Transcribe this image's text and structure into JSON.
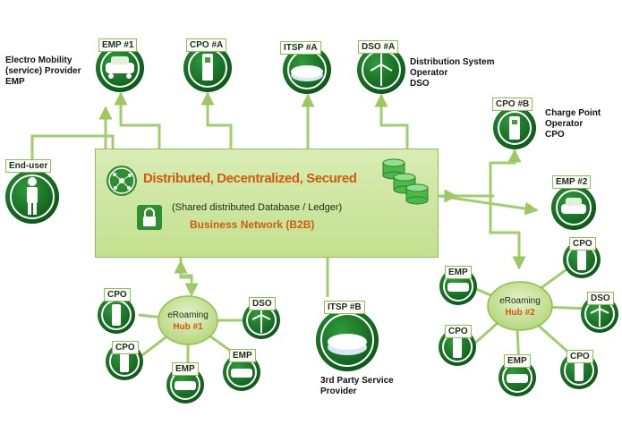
{
  "central": {
    "title": "Distributed, Decentralized, Secured",
    "subtitle": "(Shared distributed Database / Ledger)",
    "network": "Business Network (B2B)",
    "icons": [
      "network-nodes-icon",
      "padlock-icon",
      "database-stack-icon"
    ]
  },
  "nodes": {
    "emp1": {
      "label": "EMP #1",
      "icon": "car-icon"
    },
    "cpoA": {
      "label": "CPO #A",
      "icon": "charging-station-icon"
    },
    "itspA": {
      "label": "ITSP  #A",
      "icon": "router-icon"
    },
    "dsoA": {
      "label": "DSO #A",
      "icon": "wind-turbine-icon"
    },
    "endUser": {
      "label": "End-user",
      "icon": "person-icon"
    },
    "cpoB": {
      "label": "CPO #B",
      "icon": "charging-station-icon"
    },
    "emp2": {
      "label": "EMP #2",
      "icon": "car-icon"
    },
    "itspB": {
      "label": "ITSP  #B",
      "icon": "router-icon"
    },
    "h1cpoTop": {
      "label": "CPO",
      "icon": "charging-station-icon"
    },
    "h1cpoBot": {
      "label": "CPO",
      "icon": "charging-station-icon"
    },
    "h1dso": {
      "label": "DSO",
      "icon": "wind-turbine-icon"
    },
    "h1empMid": {
      "label": "EMP",
      "icon": "car-icon"
    },
    "h1empRight": {
      "label": "EMP",
      "icon": "car-icon"
    },
    "h2emp": {
      "label": "EMP",
      "icon": "car-icon"
    },
    "h2cpoTop": {
      "label": "CPO",
      "icon": "charging-station-icon"
    },
    "h2dso": {
      "label": "DSO",
      "icon": "wind-turbine-icon"
    },
    "h2cpoLeft": {
      "label": "CPO",
      "icon": "charging-station-icon"
    },
    "h2empBot": {
      "label": "EMP",
      "icon": "car-icon"
    },
    "h2cpoRight": {
      "label": "CPO",
      "icon": "charging-station-icon"
    }
  },
  "annotations": {
    "emp": "Electro Mobility\n(service) Provider\nEMP",
    "dso": "Distribution System\nOperator\nDSO",
    "cpo": "Charge Point\nOperator\nCPO",
    "thirdParty": "3rd Party Service\nProvider"
  },
  "hubs": {
    "hub1": {
      "name": "eRoaming",
      "num": "Hub  #1"
    },
    "hub2": {
      "name": "eRoaming",
      "num": "Hub #2"
    }
  },
  "colors": {
    "green": "#0f6a1e",
    "lightGreen": "#8cc04b",
    "boxFill": "#c8e29a",
    "orange": "#d05b0c"
  }
}
